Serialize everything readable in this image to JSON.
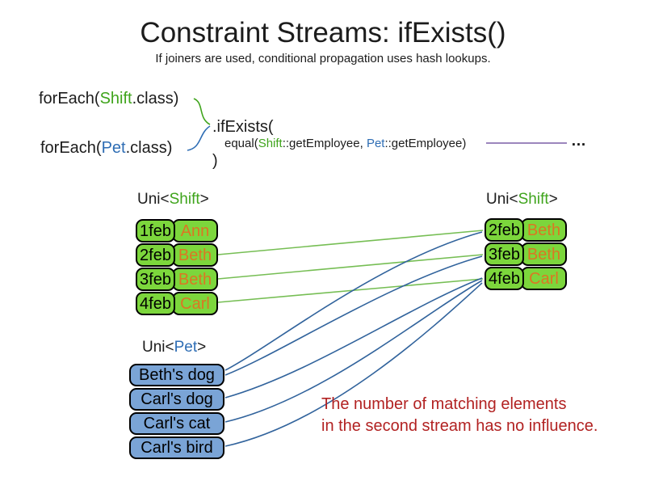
{
  "colors": {
    "title_text": "#1c1c1c",
    "shift_green_text": "#3fa41c",
    "pet_blue_text": "#2e6db4",
    "table_green_fill": "#7cd63c",
    "name_orange_text": "#dc7623",
    "pet_blue_fill": "#7aa4d6",
    "green_wire": "#76be54",
    "blue_wire": "#31639c",
    "purple_wire": "#7b5ea7",
    "annotation_red": "#b22222"
  },
  "slide": {
    "title": "Constraint Streams: ifExists()",
    "subtitle": "If joiners are used, conditional propagation uses hash lookups."
  },
  "code": {
    "foreach_shift": {
      "pre": "forEach(",
      "cls": "Shift",
      "post": ".class)"
    },
    "foreach_pet": {
      "pre": "forEach(",
      "cls": "Pet",
      "post": ".class)"
    },
    "if_exists": ".ifExists(",
    "equal": {
      "pre": "equal(",
      "shift": "Shift",
      "mid": "::getEmployee, ",
      "pet": "Pet",
      "post": "::getEmployee)"
    },
    "close": ")",
    "ellipsis": "…"
  },
  "left_shift_table": {
    "label_pre": "Uni<",
    "label_type": "Shift",
    "label_post": ">",
    "rows": [
      {
        "date": "1feb",
        "name": "Ann"
      },
      {
        "date": "2feb",
        "name": "Beth"
      },
      {
        "date": "3feb",
        "name": "Beth"
      },
      {
        "date": "4feb",
        "name": "Carl"
      }
    ]
  },
  "right_shift_table": {
    "label_pre": "Uni<",
    "label_type": "Shift",
    "label_post": ">",
    "rows": [
      {
        "date": "2feb",
        "name": "Beth"
      },
      {
        "date": "3feb",
        "name": "Beth"
      },
      {
        "date": "4feb",
        "name": "Carl"
      }
    ]
  },
  "pet_table": {
    "label_pre": "Uni<",
    "label_type": "Pet",
    "label_post": ">",
    "rows": [
      {
        "name": "Beth's dog"
      },
      {
        "name": "Carl's dog"
      },
      {
        "name": "Carl's cat"
      },
      {
        "name": "Carl's bird"
      }
    ]
  },
  "annotation": {
    "line1": "The number of matching elements",
    "line2": "in the second stream has no influence."
  }
}
